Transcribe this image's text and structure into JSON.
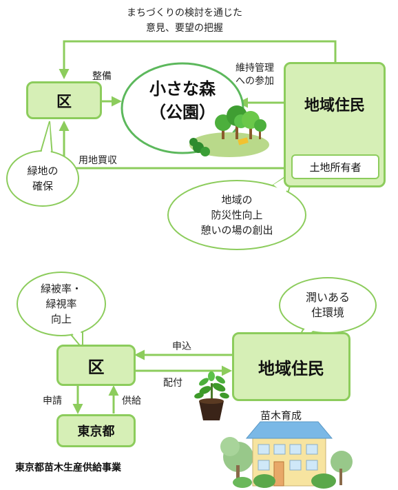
{
  "top": {
    "feedback_label_line1": "まちづくりの検討を通じた",
    "feedback_label_line2": "意見、要望の把握",
    "ward": "区",
    "forest_line1": "小さな森",
    "forest_line2": "（公園）",
    "residents": "地域住民",
    "landowner": "土地所有者",
    "develop_label": "整備",
    "maintain_label_line1": "維持管理",
    "maintain_label_line2": "への参加",
    "land_purchase_label": "用地買収",
    "green_secure_line1": "緑地の",
    "green_secure_line2": "確保",
    "benefit_line1": "地域の",
    "benefit_line2": "防災性向上",
    "benefit_line3": "憩いの場の創出"
  },
  "bottom": {
    "ward": "区",
    "residents": "地域住民",
    "tokyo": "東京都",
    "green_rate_line1": "緑被率・",
    "green_rate_line2": "緑視率",
    "green_rate_line3": "向上",
    "living_line1": "潤いある",
    "living_line2": "住環境",
    "apply_label": "申込",
    "distribute_label": "配付",
    "request_label": "申請",
    "supply_label": "供給",
    "seedling_label": "苗木育成",
    "program_caption": "東京都苗木生産供給事業"
  },
  "colors": {
    "box_fill": "#d6efb6",
    "box_border": "#8ccc5c",
    "arrow": "#8ccc5c",
    "forest_border": "#5cb85c"
  }
}
